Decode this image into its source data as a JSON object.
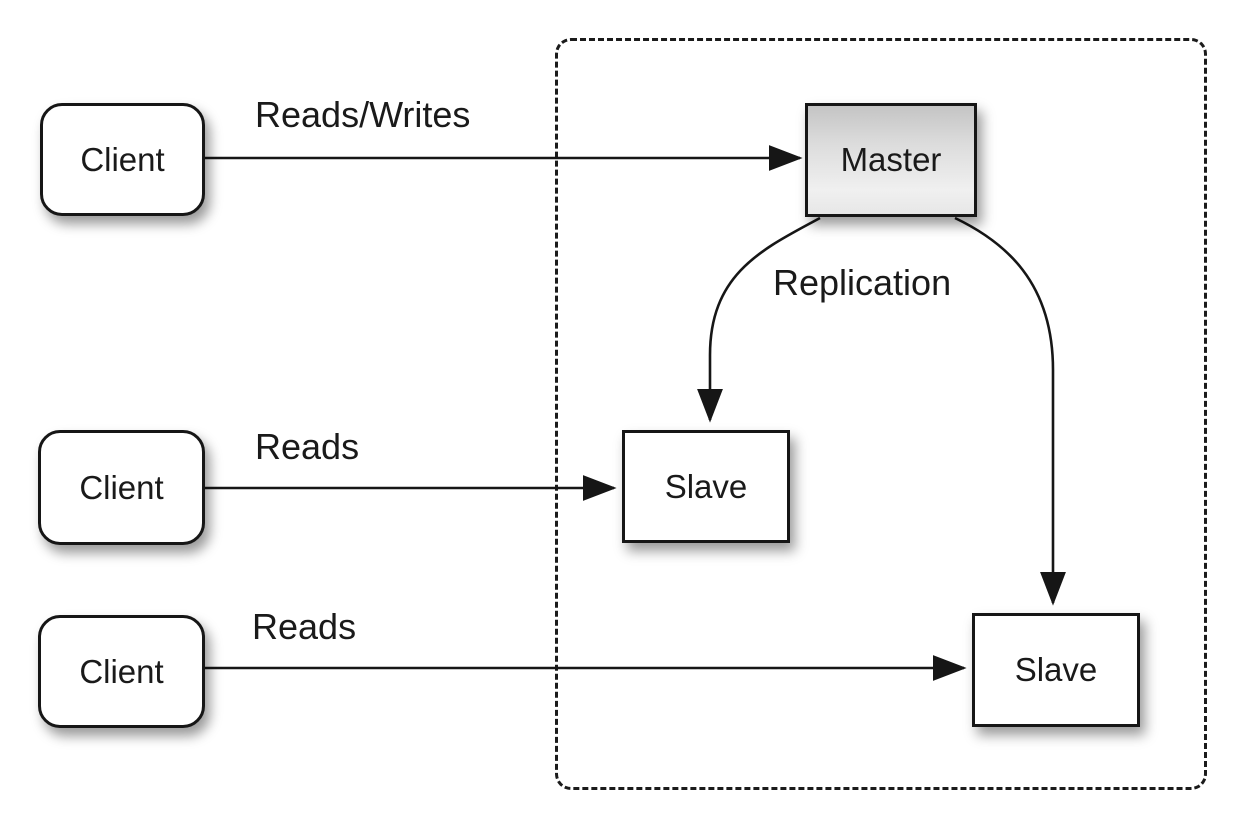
{
  "diagram": {
    "type": "database-replication-topology",
    "nodes": {
      "client1": {
        "label": "Client"
      },
      "client2": {
        "label": "Client"
      },
      "client3": {
        "label": "Client"
      },
      "master": {
        "label": "Master"
      },
      "slave1": {
        "label": "Slave"
      },
      "slave2": {
        "label": "Slave"
      }
    },
    "edges": {
      "reads_writes": {
        "label": "Reads/Writes",
        "from": "client1",
        "to": "master"
      },
      "reads_mid": {
        "label": "Reads",
        "from": "client2",
        "to": "slave1"
      },
      "reads_bottom": {
        "label": "Reads",
        "from": "client3",
        "to": "slave2"
      },
      "replication_left": {
        "label": "Replication",
        "from": "master",
        "to": "slave1"
      },
      "replication_right": {
        "label": "",
        "from": "master",
        "to": "slave2"
      }
    },
    "colors": {
      "stroke": "#161616",
      "node_fill": "#ffffff",
      "master_gradient_top": "#c4c4c4",
      "master_gradient_bottom": "#e7e7e7",
      "background": "#ffffff",
      "text": "#1a1a1a"
    }
  }
}
